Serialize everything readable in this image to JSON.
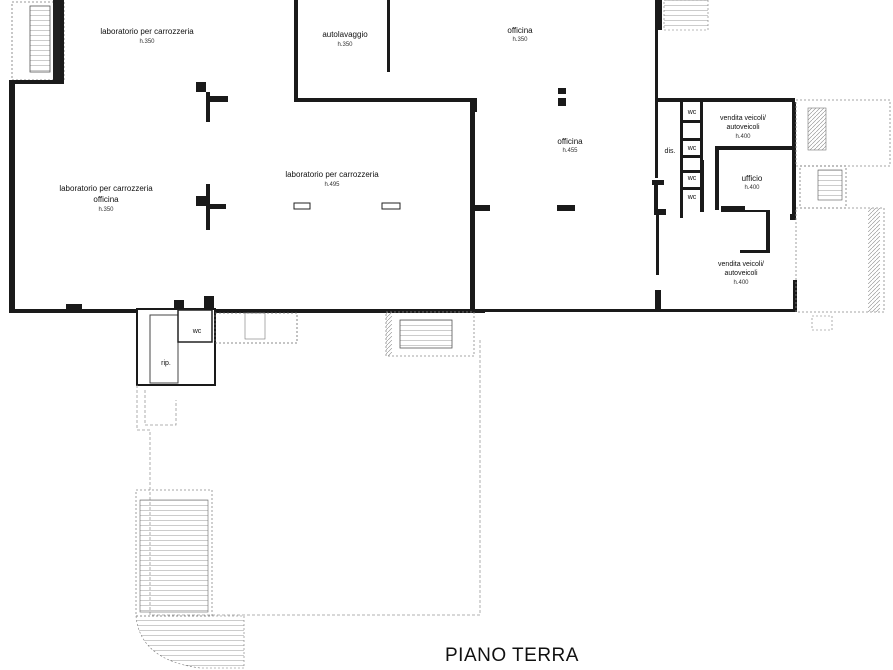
{
  "rooms": {
    "lab_top": {
      "name": "laboratorio per carrozzeria",
      "height": "h.350"
    },
    "autolavaggio": {
      "name": "autolavaggio",
      "height": "h.350"
    },
    "officina_top": {
      "name": "officina",
      "height": "h.350"
    },
    "officina_mid": {
      "name": "officina",
      "height": "h.455"
    },
    "lab_center": {
      "name": "laboratorio per carrozzeria",
      "height": "h.495"
    },
    "lab_left": {
      "name": "laboratorio per carrozzeria",
      "sub": "officina",
      "height": "h.350"
    },
    "vendita_top": {
      "line1": "vendita veicoli/",
      "line2": "autoveicoli",
      "height": "h.400"
    },
    "ufficio": {
      "name": "ufficio",
      "height": "h.400"
    },
    "vendita_bottom": {
      "line1": "vendita veicoli/",
      "line2": "autoveicoli",
      "height": "h.400"
    },
    "wc_main": "wc",
    "rip": "rip.",
    "dis": "dis.",
    "wc_small": [
      "wc",
      "wc",
      "wc",
      "wc"
    ]
  },
  "plan_title": "PIANO TERRA"
}
